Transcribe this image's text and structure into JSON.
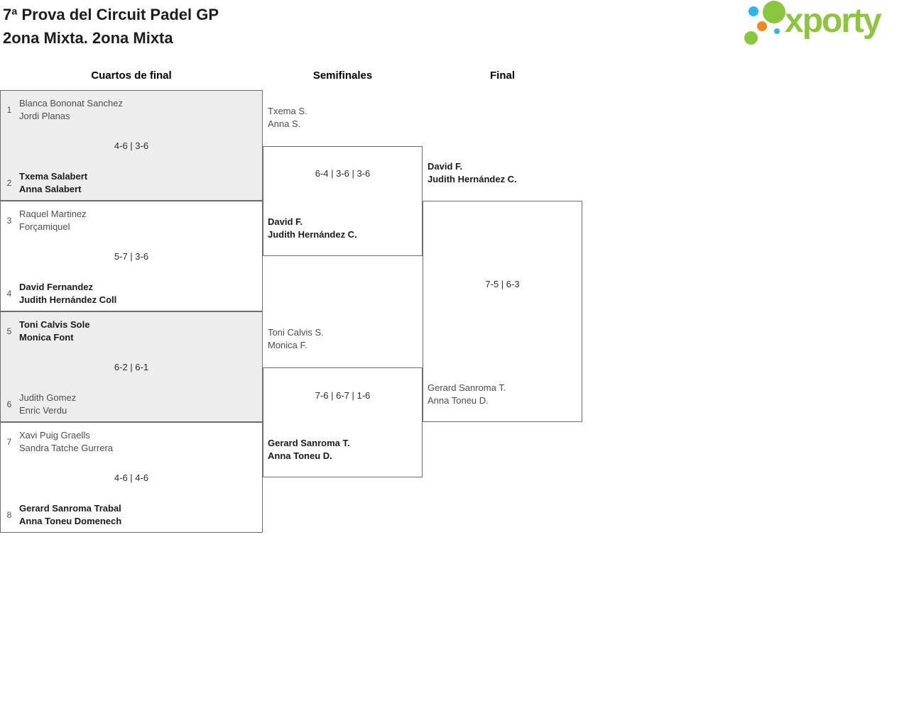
{
  "header": {
    "title_line1": "7ª Prova del Circuit Padel GP",
    "title_line2": "2ona Mixta. 2ona Mixta"
  },
  "logo": {
    "text": "xporty",
    "brand_green": "#8cc63e",
    "brand_cyan": "#29b7ea",
    "brand_orange": "#f08a1d"
  },
  "rounds": {
    "quarterfinals_label": "Cuartos de final",
    "semifinals_label": "Semifinales",
    "final_label": "Final"
  },
  "quarterfinals": [
    {
      "seed_top": "1",
      "team_top_line1": "Blanca Bononat Sanchez",
      "team_top_line2": "Jordi Planas",
      "score": "4-6 | 3-6",
      "seed_bottom": "2",
      "team_bottom_line1": "Txema Salabert",
      "team_bottom_line2": "Anna Salabert",
      "winner": "bottom"
    },
    {
      "seed_top": "3",
      "team_top_line1": "Raquel Martinez",
      "team_top_line2": "Forçamiquel",
      "score": "5-7 | 3-6",
      "seed_bottom": "4",
      "team_bottom_line1": "David Fernandez",
      "team_bottom_line2": "Judith Hernández Coll",
      "winner": "bottom"
    },
    {
      "seed_top": "5",
      "team_top_line1": "Toni Calvis Sole",
      "team_top_line2": "Monica Font",
      "score": "6-2 | 6-1",
      "seed_bottom": "6",
      "team_bottom_line1": "Judith Gomez",
      "team_bottom_line2": "Enric Verdu",
      "winner": "top"
    },
    {
      "seed_top": "7",
      "team_top_line1": "Xavi Puig Graells",
      "team_top_line2": "Sandra Tatche Gurrera",
      "score": "4-6 | 4-6",
      "seed_bottom": "8",
      "team_bottom_line1": "Gerard Sanroma Trabal",
      "team_bottom_line2": "Anna Toneu Domenech",
      "winner": "bottom"
    }
  ],
  "semifinals": [
    {
      "team_top_line1": "Txema S.",
      "team_top_line2": "Anna S.",
      "score": "6-4 | 3-6 | 3-6",
      "team_bottom_line1": "David F.",
      "team_bottom_line2": "Judith Hernández C.",
      "winner": "bottom"
    },
    {
      "team_top_line1": "Toni Calvis S.",
      "team_top_line2": "Monica F.",
      "score": "7-6 | 6-7 | 1-6",
      "team_bottom_line1": "Gerard Sanroma T.",
      "team_bottom_line2": "Anna Toneu D.",
      "winner": "bottom"
    }
  ],
  "final": {
    "team_top_line1": "David F.",
    "team_top_line2": "Judith Hernández C.",
    "score": "7-5 | 6-3",
    "team_bottom_line1": "Gerard Sanroma T.",
    "team_bottom_line2": "Anna Toneu D.",
    "winner": "top"
  }
}
